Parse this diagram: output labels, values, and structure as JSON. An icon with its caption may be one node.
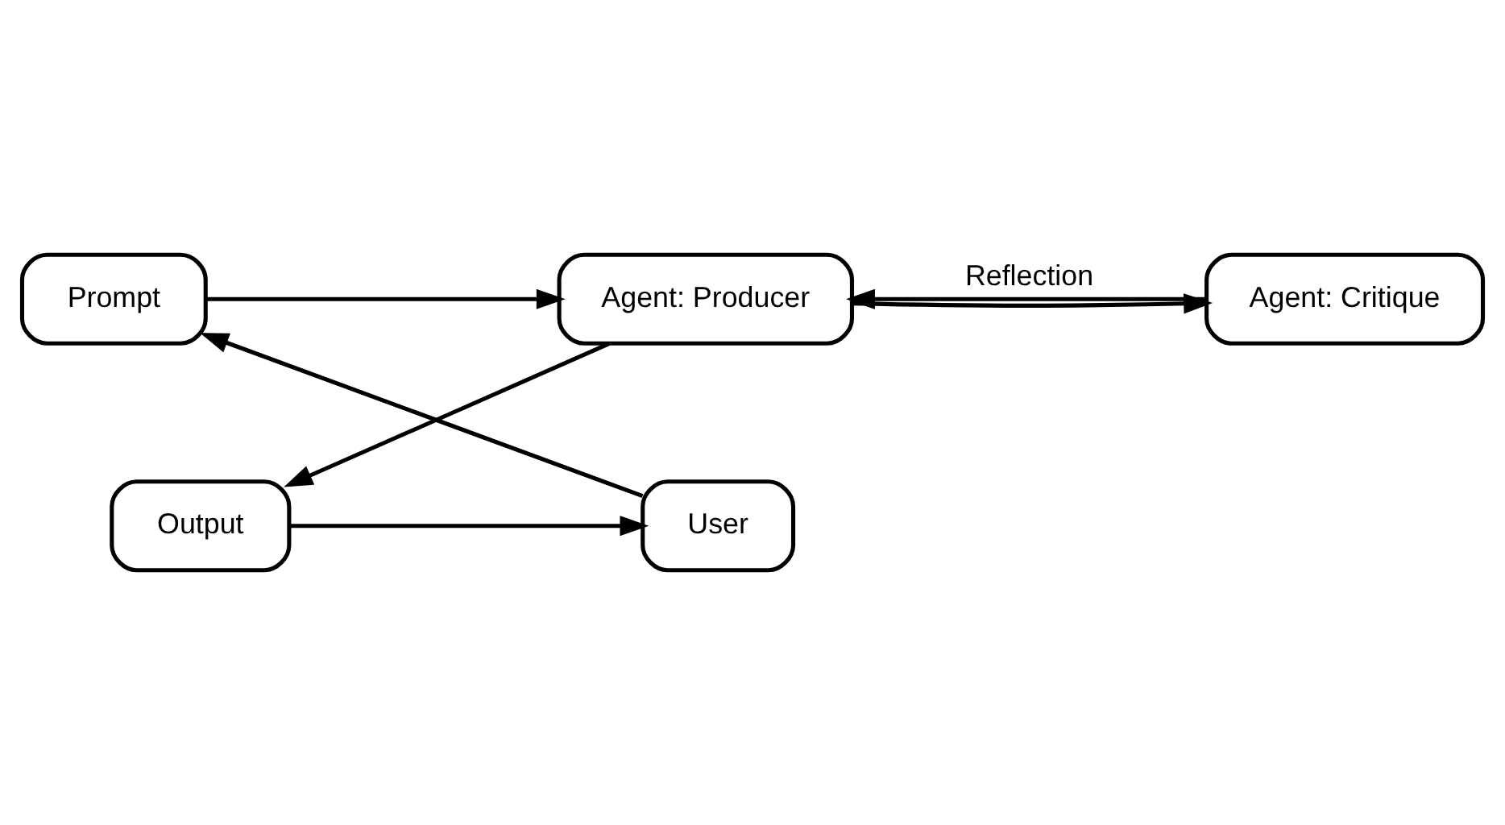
{
  "diagram": {
    "nodes": [
      {
        "text": [
          "Prompt"
        ]
      },
      {
        "text": [
          "Agent: Producer"
        ]
      },
      {
        "text": [
          "Agent: Critique"
        ]
      },
      {
        "text": [
          "User"
        ]
      },
      {
        "text": [
          "Output"
        ]
      }
    ],
    "edges": [
      {
        "from": 0,
        "to": 1,
        "arrow": "to"
      },
      {
        "from": 1,
        "to": 2,
        "arrow": "to"
      },
      {
        "from": 2,
        "to": 1,
        "arrow": "to",
        "label": "Reflection"
      },
      {
        "from": 1,
        "to": 4,
        "arrow": "to"
      },
      {
        "from": 4,
        "to": 3,
        "arrow": "to"
      },
      {
        "from": 3,
        "to": 0,
        "arrow": "to"
      }
    ]
  }
}
